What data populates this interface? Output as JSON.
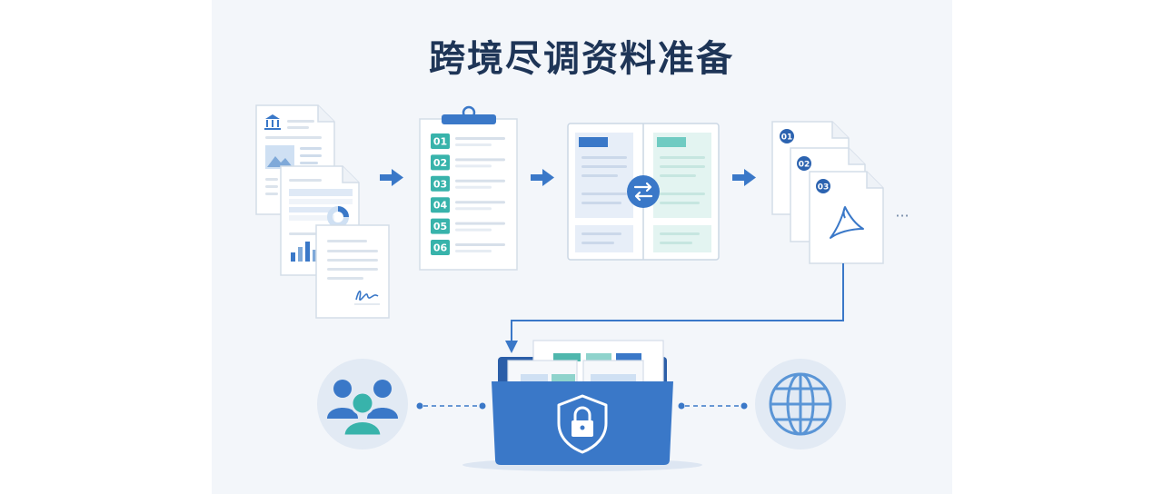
{
  "title": "跨境尽调资料准备",
  "checklist_numbers": [
    "01",
    "02",
    "03",
    "04",
    "05",
    "06"
  ],
  "stack_numbers": [
    "01",
    "02",
    "03"
  ],
  "more_indicator": "···",
  "colors": {
    "background_panel": "#f3f6fa",
    "title": "#1e3557",
    "primary_blue": "#3a78c8",
    "teal": "#38b3ab",
    "light_blue": "#dfe9f6",
    "light_teal": "#dff3ef",
    "line_gray": "#d7e0ea"
  },
  "icons": [
    "bank-icon",
    "image-icon",
    "donut-chart-icon",
    "bar-chart-icon",
    "signature-icon",
    "clipboard-icon",
    "swap-arrows-icon",
    "pdf-icon",
    "shield-lock-icon",
    "people-group-icon",
    "globe-icon"
  ]
}
